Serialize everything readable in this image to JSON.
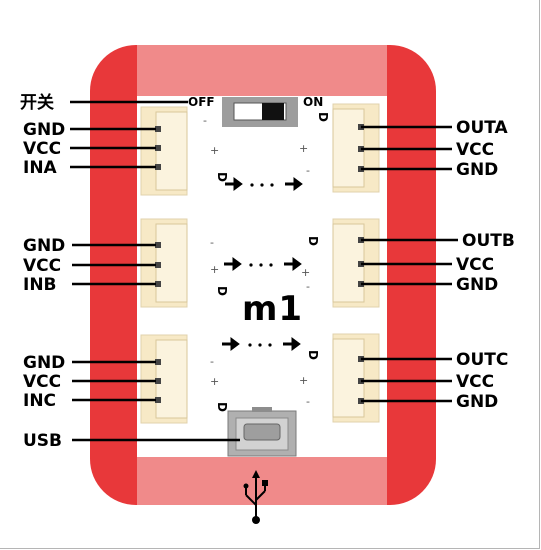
{
  "switch": {
    "label": "开关",
    "off": "OFF",
    "on": "ON"
  },
  "module": {
    "name": "m1"
  },
  "inputs": [
    {
      "gnd": "GND",
      "vcc": "VCC",
      "in": "INA"
    },
    {
      "gnd": "GND",
      "vcc": "VCC",
      "in": "INB"
    },
    {
      "gnd": "GND",
      "vcc": "VCC",
      "in": "INC"
    }
  ],
  "outputs": [
    {
      "out": "OUTA",
      "vcc": "VCC",
      "gnd": "GND"
    },
    {
      "out": "OUTB",
      "vcc": "VCC",
      "gnd": "GND"
    },
    {
      "out": "OUTC",
      "vcc": "VCC",
      "gnd": "GND"
    }
  ],
  "usb": {
    "label": "USB"
  },
  "pin_marks": {
    "dash": "-",
    "plus": "+",
    "d": "D"
  },
  "colors": {
    "frame_red": "#e8383a",
    "frame_pink": "#f08a8a",
    "connector": "#f7e9c6",
    "board": "#ffffff"
  }
}
